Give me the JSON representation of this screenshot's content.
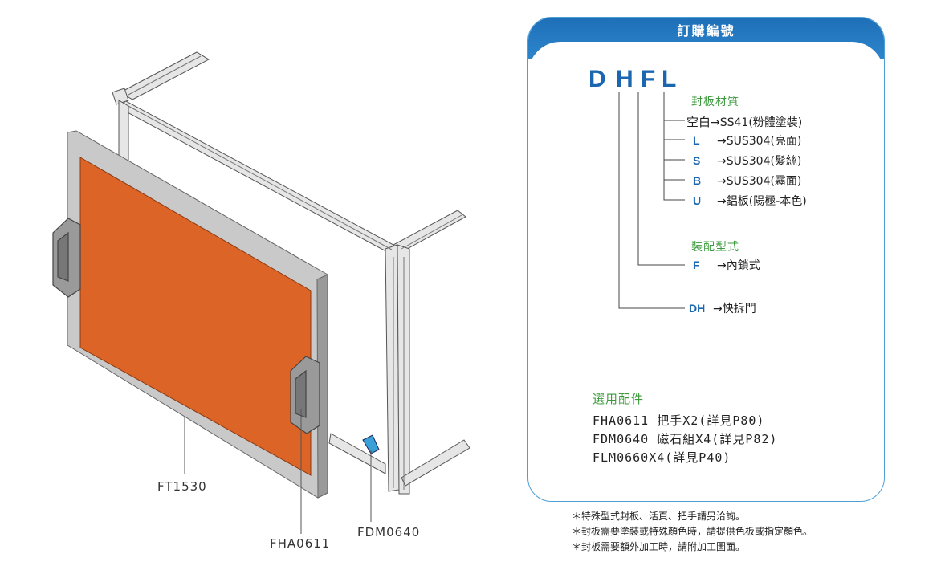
{
  "callouts": {
    "panel": "FT1530",
    "handle": "FHA0611",
    "hinge": "FDM0640"
  },
  "order": {
    "title": "訂購編號",
    "code_letters": [
      "D",
      "H",
      "F",
      "L"
    ],
    "material_heading": "封板材質",
    "material_options": [
      {
        "key": "空白",
        "text": "→SS41(粉體塗裝)"
      },
      {
        "key": "L",
        "text": "→SUS304(亮面)"
      },
      {
        "key": "S",
        "text": "→SUS304(髮絲)"
      },
      {
        "key": "B",
        "text": "→SUS304(霧面)"
      },
      {
        "key": "U",
        "text": "→鋁板(陽極-本色)"
      }
    ],
    "assembly_heading": "裝配型式",
    "assembly_option": {
      "key": "F",
      "text": "→內鎖式"
    },
    "type_option": {
      "key": "DH",
      "text": "→快拆門"
    },
    "accessories_heading": "選用配件",
    "accessories": [
      "FHA0611 把手X2(詳見P80)",
      "FDM0640 磁石組X4(詳見P82)",
      "FLM0660X4(詳見P40)"
    ]
  },
  "notes": [
    "＊特殊型式封板、活頁、把手請另洽詢。",
    "＊封板需要塗裝或特殊顏色時，請提供色板或指定顏色。",
    "＊封板需要額外加工時，請附加工圖面。"
  ],
  "colors": {
    "panel": "#dc6426",
    "accent": "#1a66b0",
    "heading": "#3b9a3b",
    "frame": "#b8b8b8"
  }
}
